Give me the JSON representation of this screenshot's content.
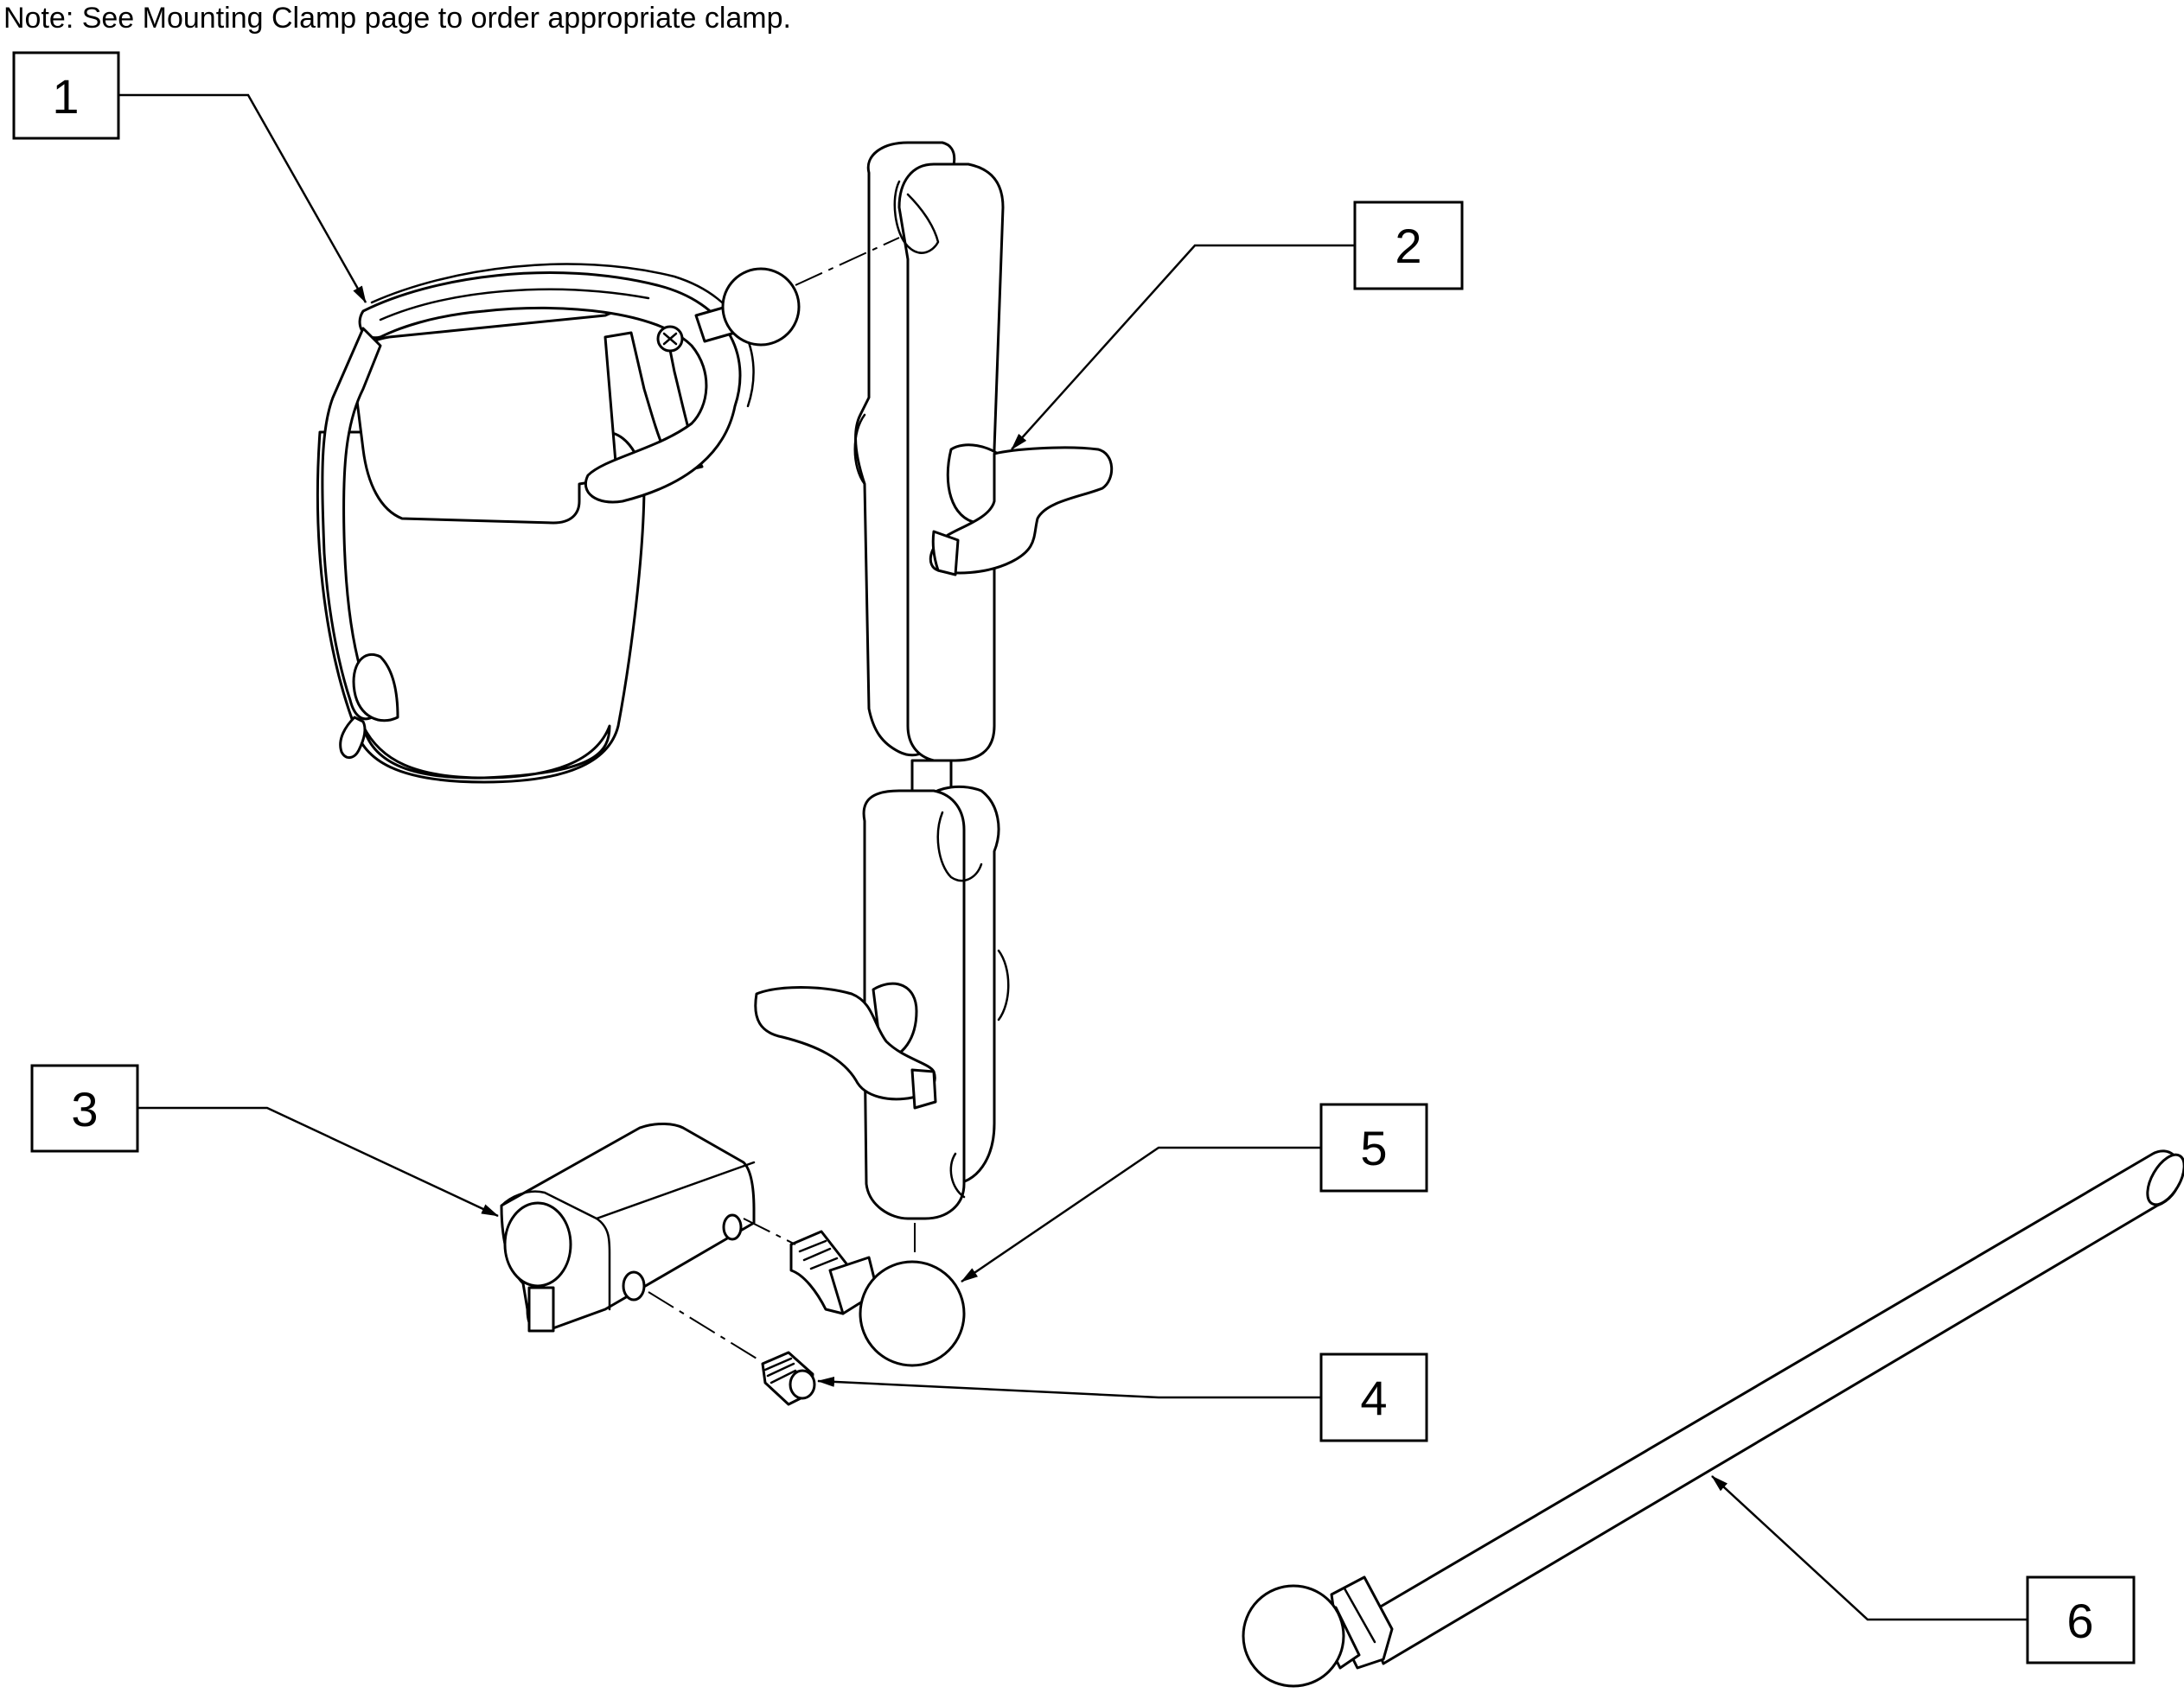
{
  "note": "Note: See Mounting Clamp page to order appropriate clamp.",
  "callouts": [
    {
      "id": "1",
      "label": "1"
    },
    {
      "id": "2",
      "label": "2"
    },
    {
      "id": "3",
      "label": "3"
    },
    {
      "id": "4",
      "label": "4"
    },
    {
      "id": "5",
      "label": "5"
    },
    {
      "id": "6",
      "label": "6"
    }
  ]
}
